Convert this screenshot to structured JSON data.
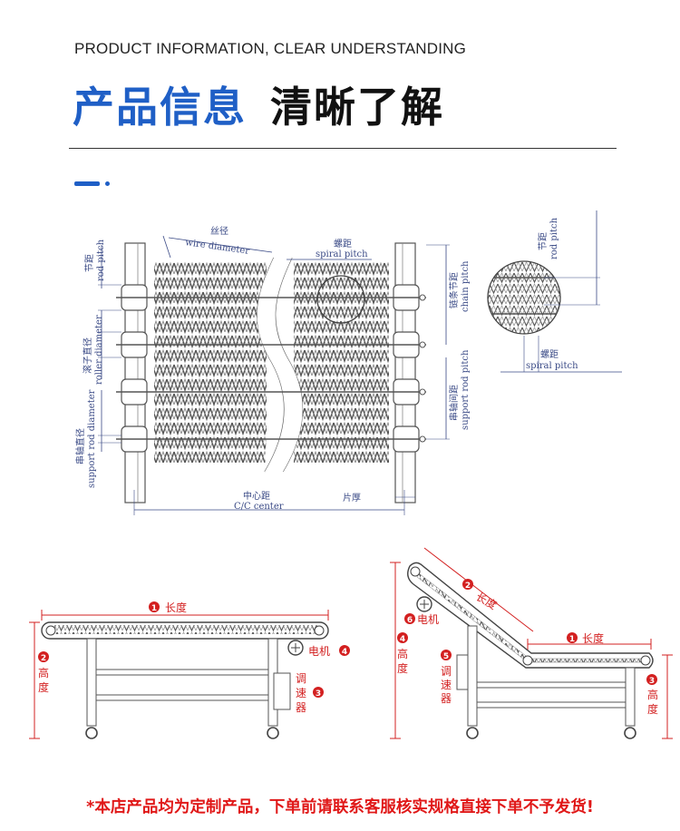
{
  "header": {
    "en_title": "PRODUCT INFORMATION, CLEAR UNDERSTANDING",
    "cn_title_blue": "产品信息",
    "cn_title_black": "清晰了解"
  },
  "mesh_diagram": {
    "wire_diameter_cn": "丝径",
    "wire_diameter_en": "wire diameter",
    "spiral_pitch_cn": "螺距",
    "spiral_pitch_en": "spiral pitch",
    "rod_pitch_cn": "节距",
    "rod_pitch_en": "rod pitch",
    "roller_diameter_cn": "滚子直径",
    "roller_diameter_en": "roller diameter",
    "support_rod_diameter_cn": "串轴直径",
    "support_rod_diameter_en": "support rod diameter",
    "chain_pitch_cn": "链条节距",
    "chain_pitch_en": "chain pitch",
    "support_rod_pitch_cn": "串轴间距",
    "support_rod_pitch_en": "support rod pitch",
    "cc_center_cn": "中心距",
    "cc_center_en": "C/C center",
    "thickness_cn": "片厚",
    "detail_rod_pitch_cn": "节距",
    "detail_rod_pitch_en": "rod pitch",
    "detail_spiral_pitch_cn": "螺距",
    "detail_spiral_pitch_en": "spiral pitch"
  },
  "flat_conveyor": {
    "length": {
      "num": "1",
      "label": "长度"
    },
    "height": {
      "num": "2",
      "label": "高度"
    },
    "speed_controller": {
      "num": "3",
      "label": "调速器"
    },
    "motor": {
      "num": "4",
      "label": "电机"
    }
  },
  "incline_conveyor": {
    "length_flat": {
      "num": "1",
      "label": "长度"
    },
    "length_incline": {
      "num": "2",
      "label": "长度"
    },
    "height_right": {
      "num": "3",
      "label": "高度"
    },
    "height_left": {
      "num": "4",
      "label": "高度"
    },
    "speed_controller": {
      "num": "5",
      "label": "调速器"
    },
    "motor": {
      "num": "6",
      "label": "电机"
    }
  },
  "colors": {
    "accent": "#1f5fc6",
    "annotation_red": "#d32020"
  },
  "footer": "*本店产品均为定制产品，下单前请联系客服核实规格直接下单不予发货!"
}
